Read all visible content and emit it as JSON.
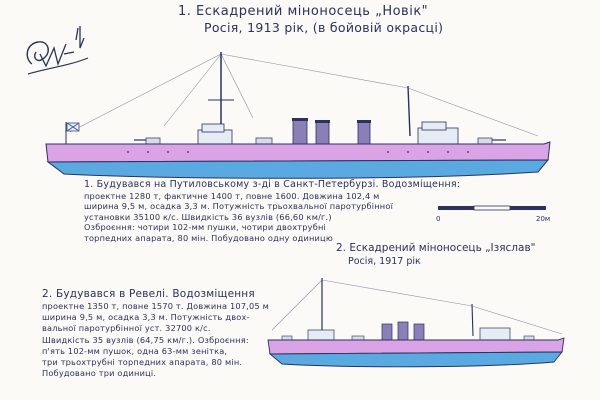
{
  "heading": {
    "title": "1. Ескадрений міноносець „Новік\"",
    "subtitle": "Росія, 1913 рік, (в бойовій окрасці)"
  },
  "signature_text": "Ферчак М.",
  "description_1": {
    "lines": [
      "1. Будувався на Путиловському з-ді в Санкт-Петербурзі. Водозміщення:",
      "проектне 1280 т, фактичне 1400 т, повне 1600. Довжина 102,4 м",
      "ширина 9,5 м, осадка 3,3 м. Потужність трьохвальної паротурбінної",
      "установки 35100 к/с. Швидкість 36 вузлів (66,60 км/г.)",
      "Озброєння: чотири 102-мм пушки, чотири двохтрубні",
      "торпедних апарата, 80 мін. Побудовано одну одиницю"
    ]
  },
  "scale_bar": {
    "start": "0",
    "end": "20м"
  },
  "heading_2": {
    "title": "2. Ескадрений міноносець „Ізяслав\"",
    "subtitle": "Росія, 1917 рік"
  },
  "description_2": {
    "lines": [
      "2. Будувався в Ревелі. Водозміщення",
      "проектне 1350 т, повне 1570 т. Довжина 107,05 м",
      "ширина 9,5 м, осадка 3,3 м. Потужність двох-",
      "вальної паротурбінної уст. 32700 к/с.",
      "Швидкість 35 вузлів (64,75 км/г.). Озброєння:",
      "п'ять 102-мм пушок, одна 63-мм зенітка,",
      "три трьохтрубні торпедних апарата, 80 мін.",
      "Побудовано три одиниці."
    ]
  },
  "colors": {
    "hull_lilac": "#d9a3e6",
    "hull_blue": "#5aa9e0",
    "ink": "#2b3160",
    "funnel": "#8b7fb8"
  }
}
